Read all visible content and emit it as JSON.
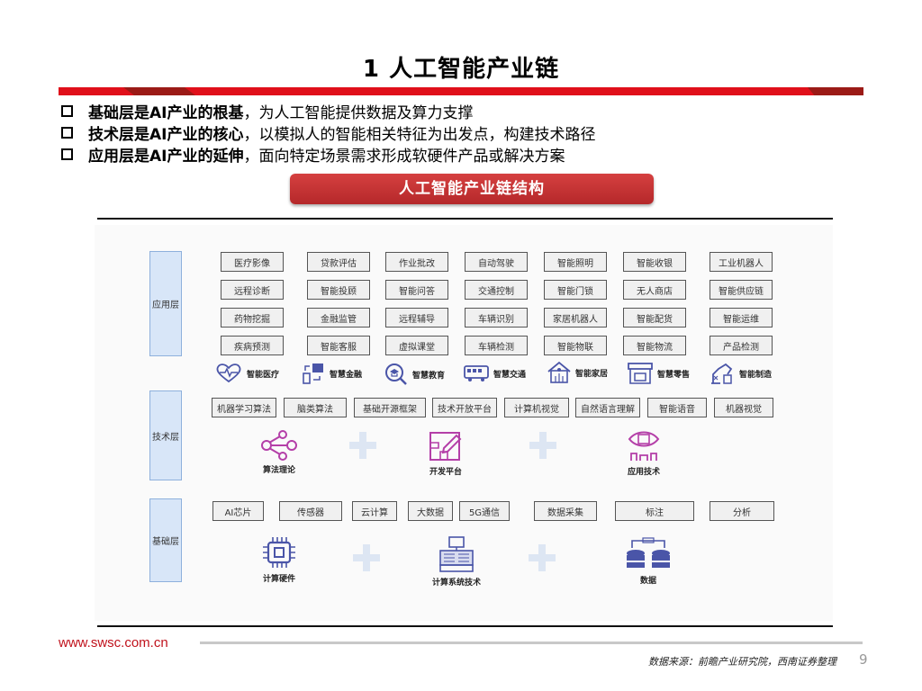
{
  "header": {
    "title": "1 人工智能产业链"
  },
  "bullets": [
    {
      "bold": "基础层是AI产业的根基",
      "rest": "，为人工智能提供数据及算力支撑"
    },
    {
      "bold": "技术层是AI产业的核心",
      "rest": "，以模拟人的智能相关特征为出发点，构建技术路径"
    },
    {
      "bold": "应用层是AI产业的延伸",
      "rest": "，面向特定场景需求形成软硬件产品或解决方案"
    }
  ],
  "banner": {
    "label": "人工智能产业链结构"
  },
  "diagram": {
    "layers": {
      "application": "应用层",
      "technology": "技术层",
      "foundation": "基础层"
    },
    "application_grid": [
      [
        "医疗影像",
        "贷款评估",
        "作业批改",
        "自动驾驶",
        "智能照明",
        "智能收银",
        "工业机器人"
      ],
      [
        "远程诊断",
        "智能投顾",
        "智能问答",
        "交通控制",
        "智能门锁",
        "无人商店",
        "智能供应链"
      ],
      [
        "药物挖掘",
        "金融监管",
        "远程辅导",
        "车辆识别",
        "家居机器人",
        "智能配货",
        "智能运维"
      ],
      [
        "疾病预测",
        "智能客服",
        "虚拟课堂",
        "车辆检测",
        "智能物联",
        "智能物流",
        "产品检测"
      ]
    ],
    "application_domains": [
      {
        "icon": "heart-pulse-icon",
        "label": "智能医疗"
      },
      {
        "icon": "bank-transfer-icon",
        "label": "智慧金融"
      },
      {
        "icon": "education-search-icon",
        "label": "智慧教育"
      },
      {
        "icon": "bus-icon",
        "label": "智慧交通"
      },
      {
        "icon": "smart-home-icon",
        "label": "智能家居"
      },
      {
        "icon": "store-icon",
        "label": "智慧零售"
      },
      {
        "icon": "robot-arm-icon",
        "label": "智能制造"
      }
    ],
    "technology_items": [
      "机器学习算法",
      "脑类算法",
      "基础开源框架",
      "技术开放平台",
      "计算机视觉",
      "自然语言理解",
      "智能语音",
      "机器视觉"
    ],
    "technology_pillars": [
      {
        "icon": "network-nodes-icon",
        "label": "算法理论"
      },
      {
        "icon": "dev-platform-icon",
        "label": "开发平台"
      },
      {
        "icon": "eye-robot-icon",
        "label": "应用技术"
      }
    ],
    "foundation_items": [
      "AI芯片",
      "传感器",
      "云计算",
      "大数据",
      "5G通信",
      "数据采集",
      "标注",
      "分析"
    ],
    "foundation_pillars": [
      {
        "icon": "chip-icon",
        "label": "计算硬件"
      },
      {
        "icon": "computer-system-icon",
        "label": "计算系统技术"
      },
      {
        "icon": "database-icon",
        "label": "数据"
      }
    ],
    "colors": {
      "tech_icon": "#b43fa8",
      "app_icon": "#4a55a8",
      "layer_fill": "#d8e6f8",
      "plus": "#dde6f3"
    }
  },
  "footer": {
    "url": "www.swsc.com.cn",
    "source": "数据来源：前瞻产业研究院，西南证券整理",
    "page": "9"
  },
  "colors": {
    "brand_red": "#e0101a",
    "dark_red": "#9b1a16",
    "banner_red": "#c43234"
  }
}
